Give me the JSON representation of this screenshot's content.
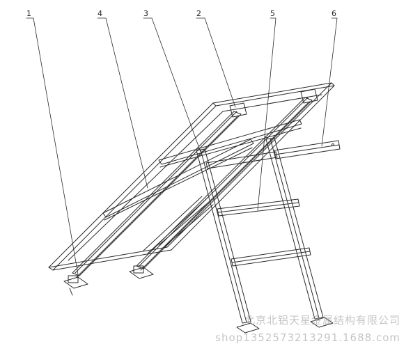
{
  "callouts": [
    {
      "id": "1",
      "label": "1"
    },
    {
      "id": "4",
      "label": "4"
    },
    {
      "id": "3",
      "label": "3"
    },
    {
      "id": "2",
      "label": "2"
    },
    {
      "id": "5",
      "label": "5"
    },
    {
      "id": "6",
      "label": "6"
    }
  ],
  "watermark": {
    "company": "北京北铝天星金属结构有限公司",
    "shop": "shop1352573213291.1688.com"
  },
  "colors": {
    "line": "#2a2a2a",
    "watermark": "#969696"
  }
}
